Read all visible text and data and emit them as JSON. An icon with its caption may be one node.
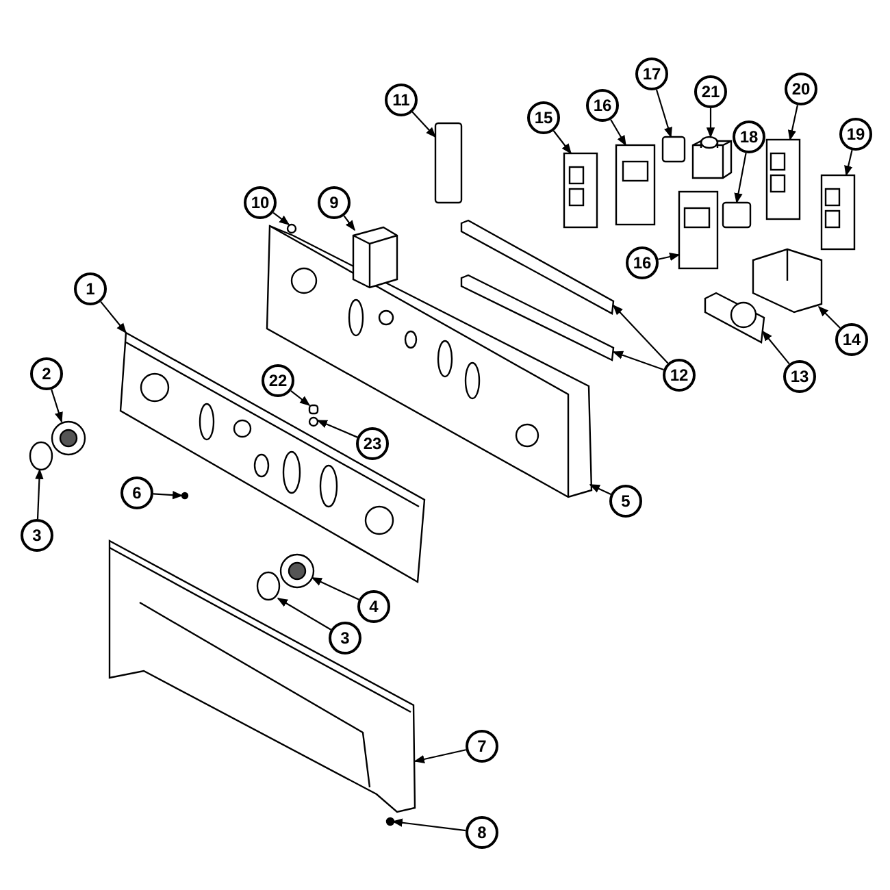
{
  "diagram": {
    "nodes": [
      {
        "text": [
          "17"
        ]
      },
      {
        "text": [
          "21"
        ]
      },
      {
        "text": [
          "20"
        ]
      },
      {
        "text": [
          "11"
        ]
      },
      {
        "text": [
          "16"
        ]
      },
      {
        "text": [
          "15"
        ]
      },
      {
        "text": [
          "19"
        ]
      },
      {
        "text": [
          "18"
        ]
      },
      {
        "text": [
          "10"
        ]
      },
      {
        "text": [
          "9"
        ]
      },
      {
        "text": [
          "16"
        ]
      },
      {
        "text": [
          "1"
        ]
      },
      {
        "text": [
          "14"
        ]
      },
      {
        "text": [
          "2"
        ]
      },
      {
        "text": [
          "12"
        ]
      },
      {
        "text": [
          "13"
        ]
      },
      {
        "text": [
          "22"
        ]
      },
      {
        "text": [
          "23"
        ]
      },
      {
        "text": [
          "6"
        ]
      },
      {
        "text": [
          "5"
        ]
      },
      {
        "text": [
          "3"
        ]
      },
      {
        "text": [
          "4"
        ]
      },
      {
        "text": [
          "3"
        ]
      },
      {
        "text": [
          "7"
        ]
      },
      {
        "text": [
          "8"
        ]
      },
      {
        "text": [],
        "shape": "box"
      },
      {
        "text": [],
        "shape": "picture"
      },
      {
        "text": [],
        "shape": "picture"
      },
      {
        "text": [],
        "shape": "box"
      },
      {
        "text": [],
        "shape": "picture"
      },
      {
        "text": [],
        "shape": "picture"
      },
      {
        "text": [],
        "shape": "picture"
      },
      {
        "text": [],
        "shape": "box"
      },
      {
        "text": [],
        "shape": "circle"
      },
      {
        "text": [],
        "shape": "picture"
      },
      {
        "text": [],
        "shape": "picture"
      },
      {
        "text": [],
        "shape": "picture"
      },
      {
        "text": [],
        "shape": "picture"
      },
      {
        "text": [],
        "shape": "picture"
      },
      {
        "text": [],
        "shape": "picture"
      },
      {
        "text": [],
        "shape": "picture"
      },
      {
        "text": [],
        "shape": "picture"
      },
      {
        "text": [],
        "shape": "box"
      },
      {
        "text": [],
        "shape": "circle"
      },
      {
        "text": [],
        "shape": "circle"
      },
      {
        "text": [],
        "shape": "picture"
      },
      {
        "text": [],
        "shape": "circle"
      },
      {
        "text": [],
        "shape": "picture"
      },
      {
        "text": [],
        "shape": "circle"
      },
      {
        "text": [],
        "shape": "picture"
      },
      {
        "text": [],
        "shape": "circle"
      }
    ],
    "edges": [
      {
        "from": 0,
        "to": 25,
        "arrow": "to"
      },
      {
        "from": 1,
        "to": 26,
        "arrow": "to"
      },
      {
        "from": 2,
        "to": 27,
        "arrow": "to"
      },
      {
        "from": 3,
        "to": 28,
        "arrow": "to"
      },
      {
        "from": 4,
        "to": 29,
        "arrow": "to"
      },
      {
        "from": 5,
        "to": 30,
        "arrow": "to"
      },
      {
        "from": 6,
        "to": 31,
        "arrow": "to"
      },
      {
        "from": 7,
        "to": 32,
        "arrow": "to"
      },
      {
        "from": 8,
        "to": 33,
        "arrow": "to"
      },
      {
        "from": 9,
        "to": 34,
        "arrow": "to"
      },
      {
        "from": 10,
        "to": 35,
        "arrow": "to"
      },
      {
        "from": 11,
        "to": 36,
        "arrow": "to"
      },
      {
        "from": 12,
        "to": 37,
        "arrow": "to"
      },
      {
        "from": 13,
        "to": 38,
        "arrow": "to"
      },
      {
        "from": 14,
        "to": 39,
        "arrow": "to"
      },
      {
        "from": 14,
        "to": 40,
        "arrow": "to"
      },
      {
        "from": 15,
        "to": 41,
        "arrow": "to"
      },
      {
        "from": 16,
        "to": 42,
        "arrow": "to"
      },
      {
        "from": 17,
        "to": 43,
        "arrow": "to"
      },
      {
        "from": 18,
        "to": 44,
        "arrow": "to"
      },
      {
        "from": 19,
        "to": 45,
        "arrow": "to"
      },
      {
        "from": 20,
        "to": 46,
        "arrow": "to"
      },
      {
        "from": 21,
        "to": 47,
        "arrow": "to"
      },
      {
        "from": 22,
        "to": 48,
        "arrow": "to"
      },
      {
        "from": 23,
        "to": 49,
        "arrow": "to"
      },
      {
        "from": 24,
        "to": 50,
        "arrow": "to"
      }
    ]
  }
}
